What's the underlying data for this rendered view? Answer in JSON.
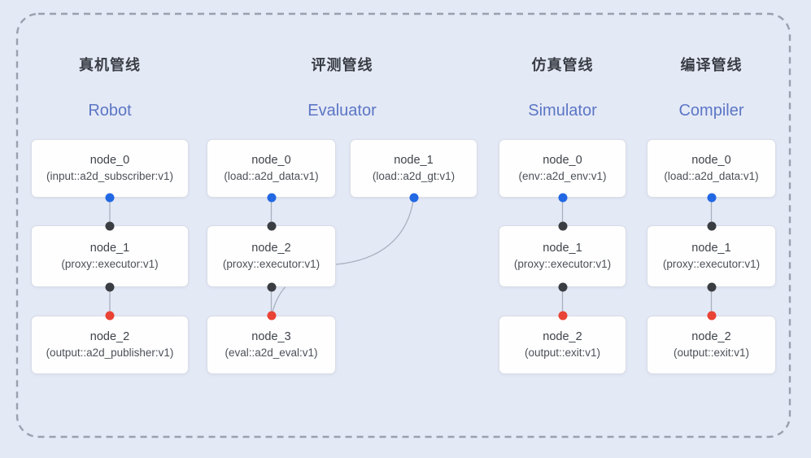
{
  "diagram": {
    "pipelines": [
      {
        "title_zh": "真机管线",
        "title_en": "Robot",
        "nodes": [
          {
            "name": "node_0",
            "type": "(input::a2d_subscriber:v1)"
          },
          {
            "name": "node_1",
            "type": "(proxy::executor:v1)"
          },
          {
            "name": "node_2",
            "type": "(output::a2d_publisher:v1)"
          }
        ]
      },
      {
        "title_zh": "评测管线",
        "title_en": "Evaluator",
        "nodes": [
          {
            "name": "node_0",
            "type": "(load::a2d_data:v1)"
          },
          {
            "name": "node_1",
            "type": "(load::a2d_gt:v1)"
          },
          {
            "name": "node_2",
            "type": "(proxy::executor:v1)"
          },
          {
            "name": "node_3",
            "type": "(eval::a2d_eval:v1)"
          }
        ]
      },
      {
        "title_zh": "仿真管线",
        "title_en": "Simulator",
        "nodes": [
          {
            "name": "node_0",
            "type": "(env::a2d_env:v1)"
          },
          {
            "name": "node_1",
            "type": "(proxy::executor:v1)"
          },
          {
            "name": "node_2",
            "type": "(output::exit:v1)"
          }
        ]
      },
      {
        "title_zh": "编译管线",
        "title_en": "Compiler",
        "nodes": [
          {
            "name": "node_0",
            "type": "(load::a2d_data:v1)"
          },
          {
            "name": "node_1",
            "type": "(proxy::executor:v1)"
          },
          {
            "name": "node_2",
            "type": "(output::exit:v1)"
          }
        ]
      }
    ],
    "colors": {
      "background": "#e4e9f6",
      "dashed_border": "#9aa0ae",
      "heading_zh": "#383d44",
      "heading_en": "#5b76c4",
      "card_background": "#fefefe",
      "card_border": "#d9dde6",
      "edge_line": "#a9b1be",
      "port_output_blue": "#2268e3",
      "port_input_dark": "#3a3e43",
      "port_terminal_red": "#e84335"
    }
  }
}
